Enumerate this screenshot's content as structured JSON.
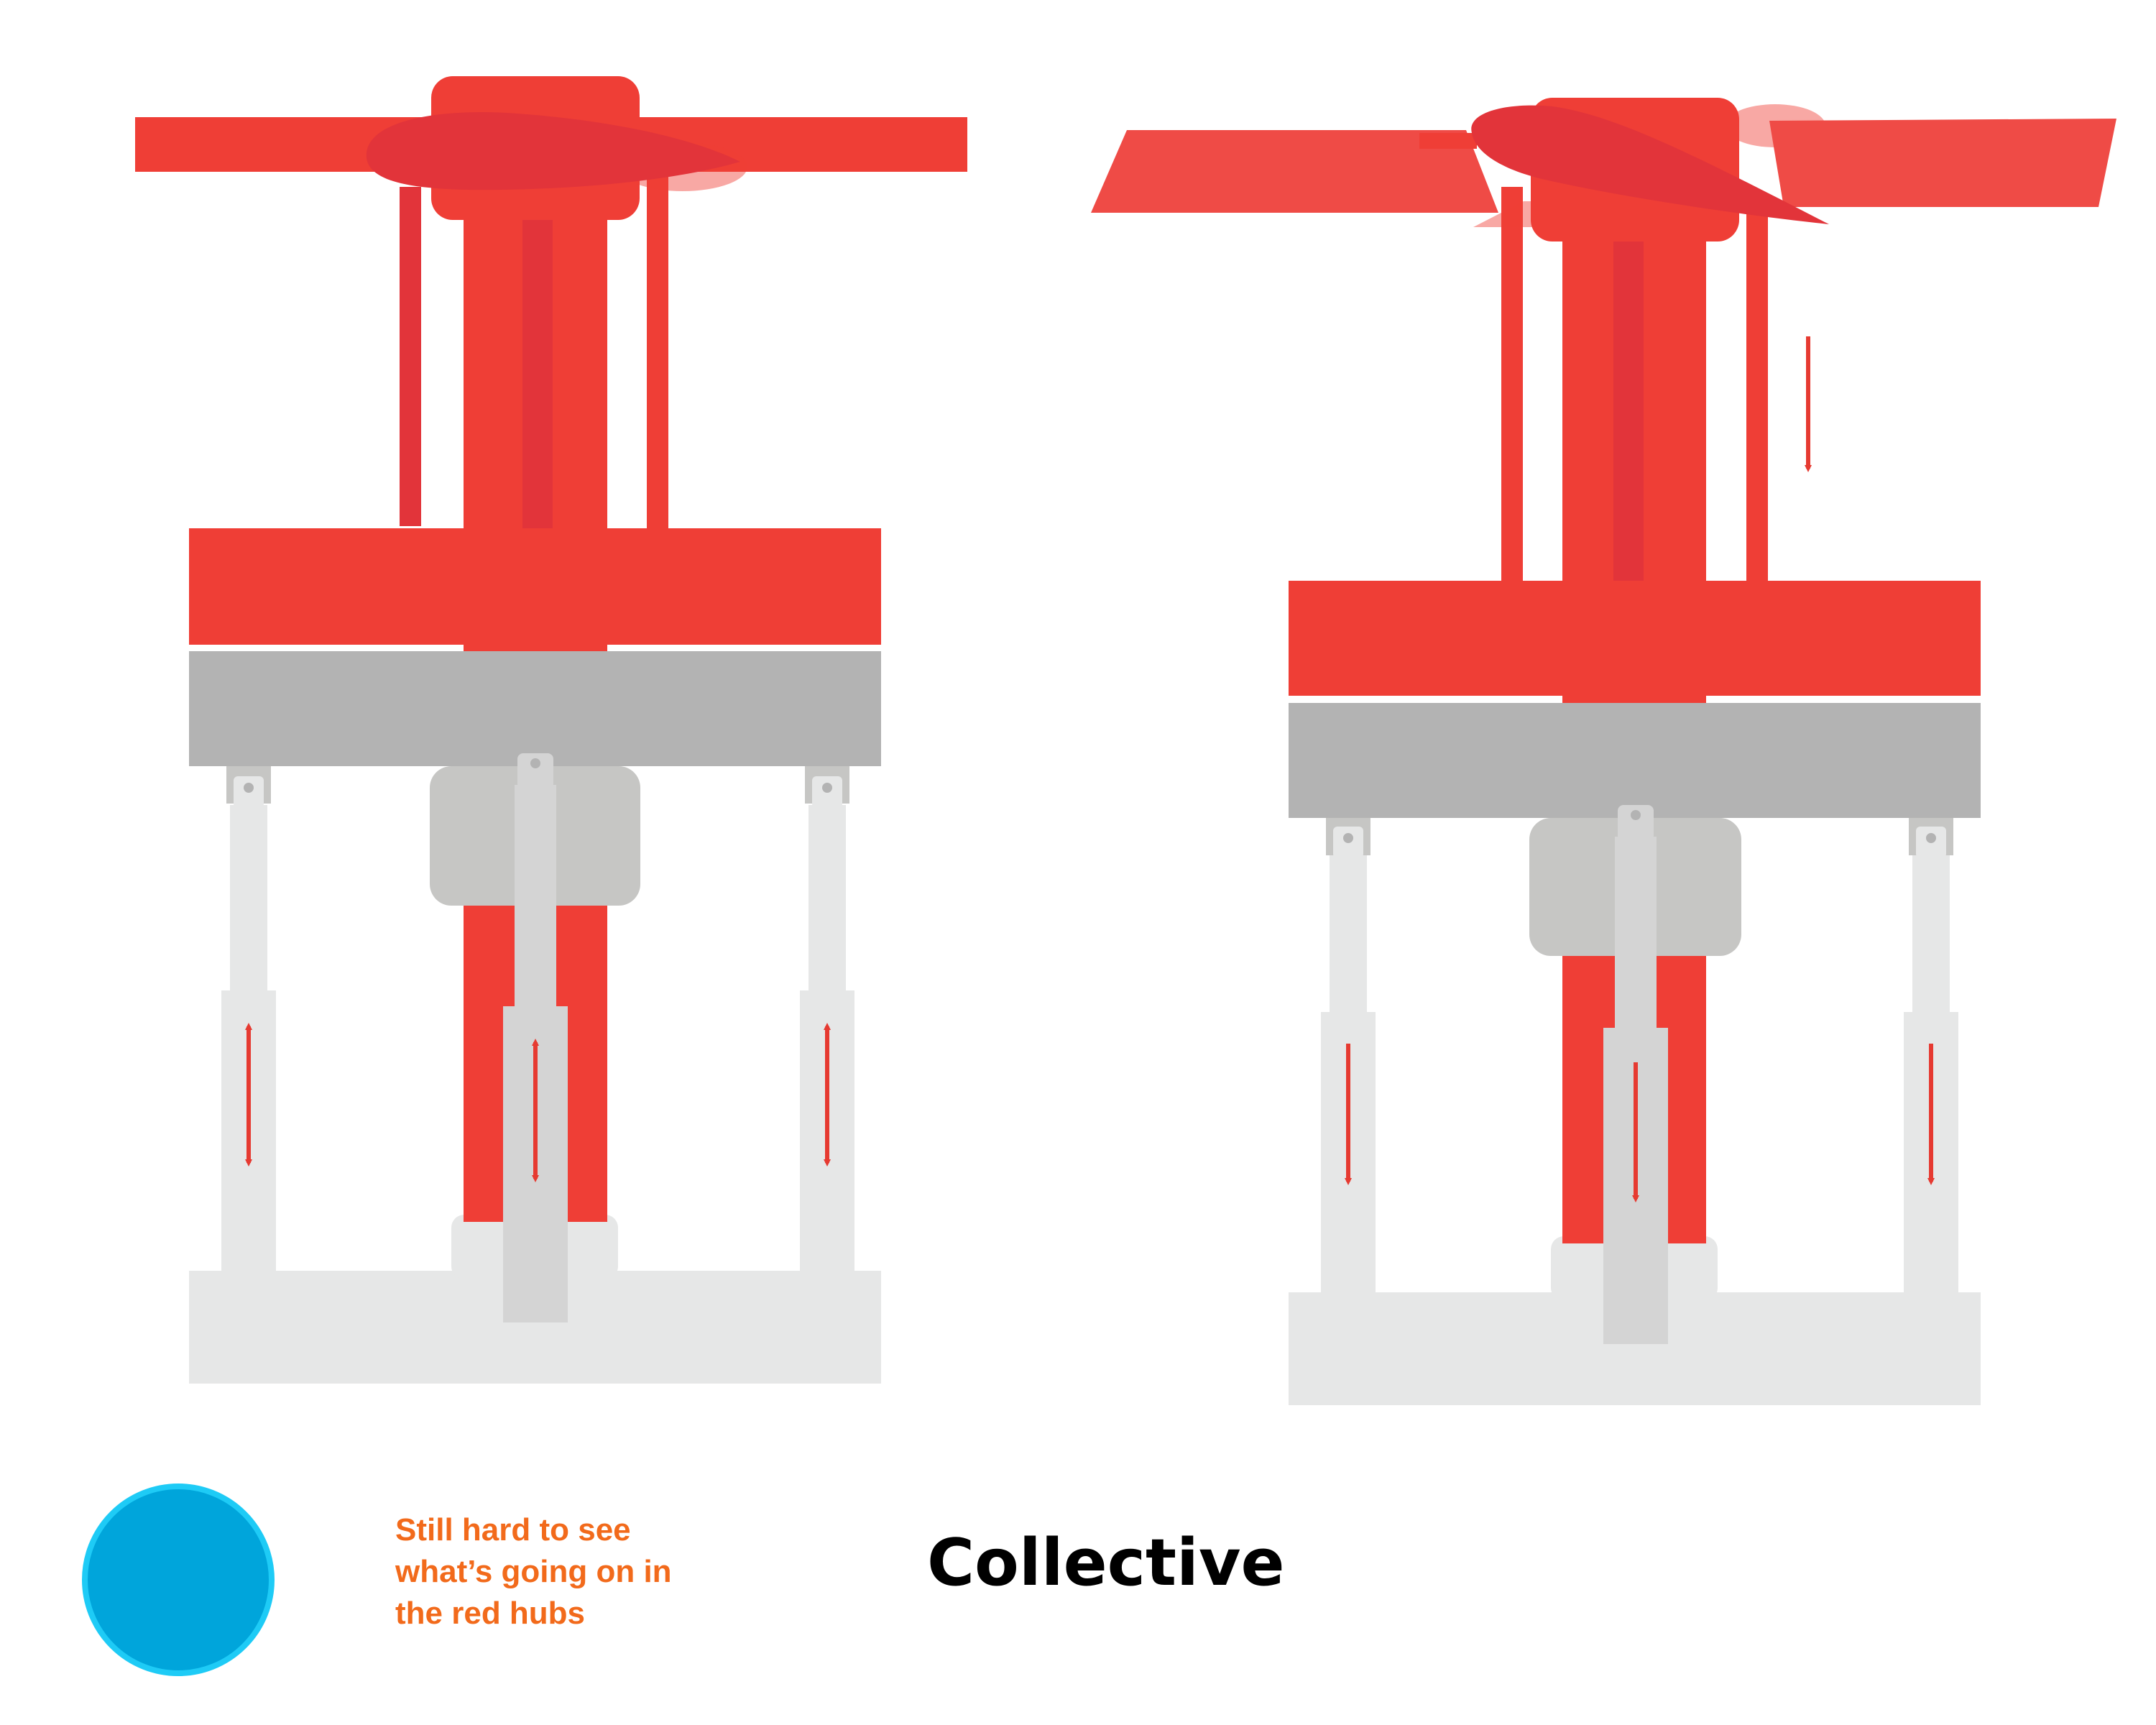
{
  "title": "Collective",
  "note": {
    "lines": [
      "Still hard to see",
      "what’s going on in",
      "the red hubs"
    ]
  },
  "colors": {
    "hub_red": "#ef3e36",
    "hub_dark_red": "#e2343a",
    "blade_light": "#ef4b46",
    "swashplate_gray": "#b3b3b3",
    "housing_gray": "#c6c6c4",
    "actuator_light": "#e6e7e7",
    "actuator_rod": "#d4d4d4",
    "arrow_red": "#e63a31",
    "note_orange": "#f26a1b",
    "marker_fill": "#00a5db",
    "marker_ring": "#1ecbf6",
    "title_black": "#000000"
  },
  "panels": [
    {
      "name": "neutral-assembly",
      "actuator_arrows": [
        "both",
        "both",
        "both"
      ]
    },
    {
      "name": "collective-down-assembly",
      "actuator_arrows": [
        "down",
        "down",
        "down"
      ],
      "pitch_link_arrow": "down"
    }
  ]
}
